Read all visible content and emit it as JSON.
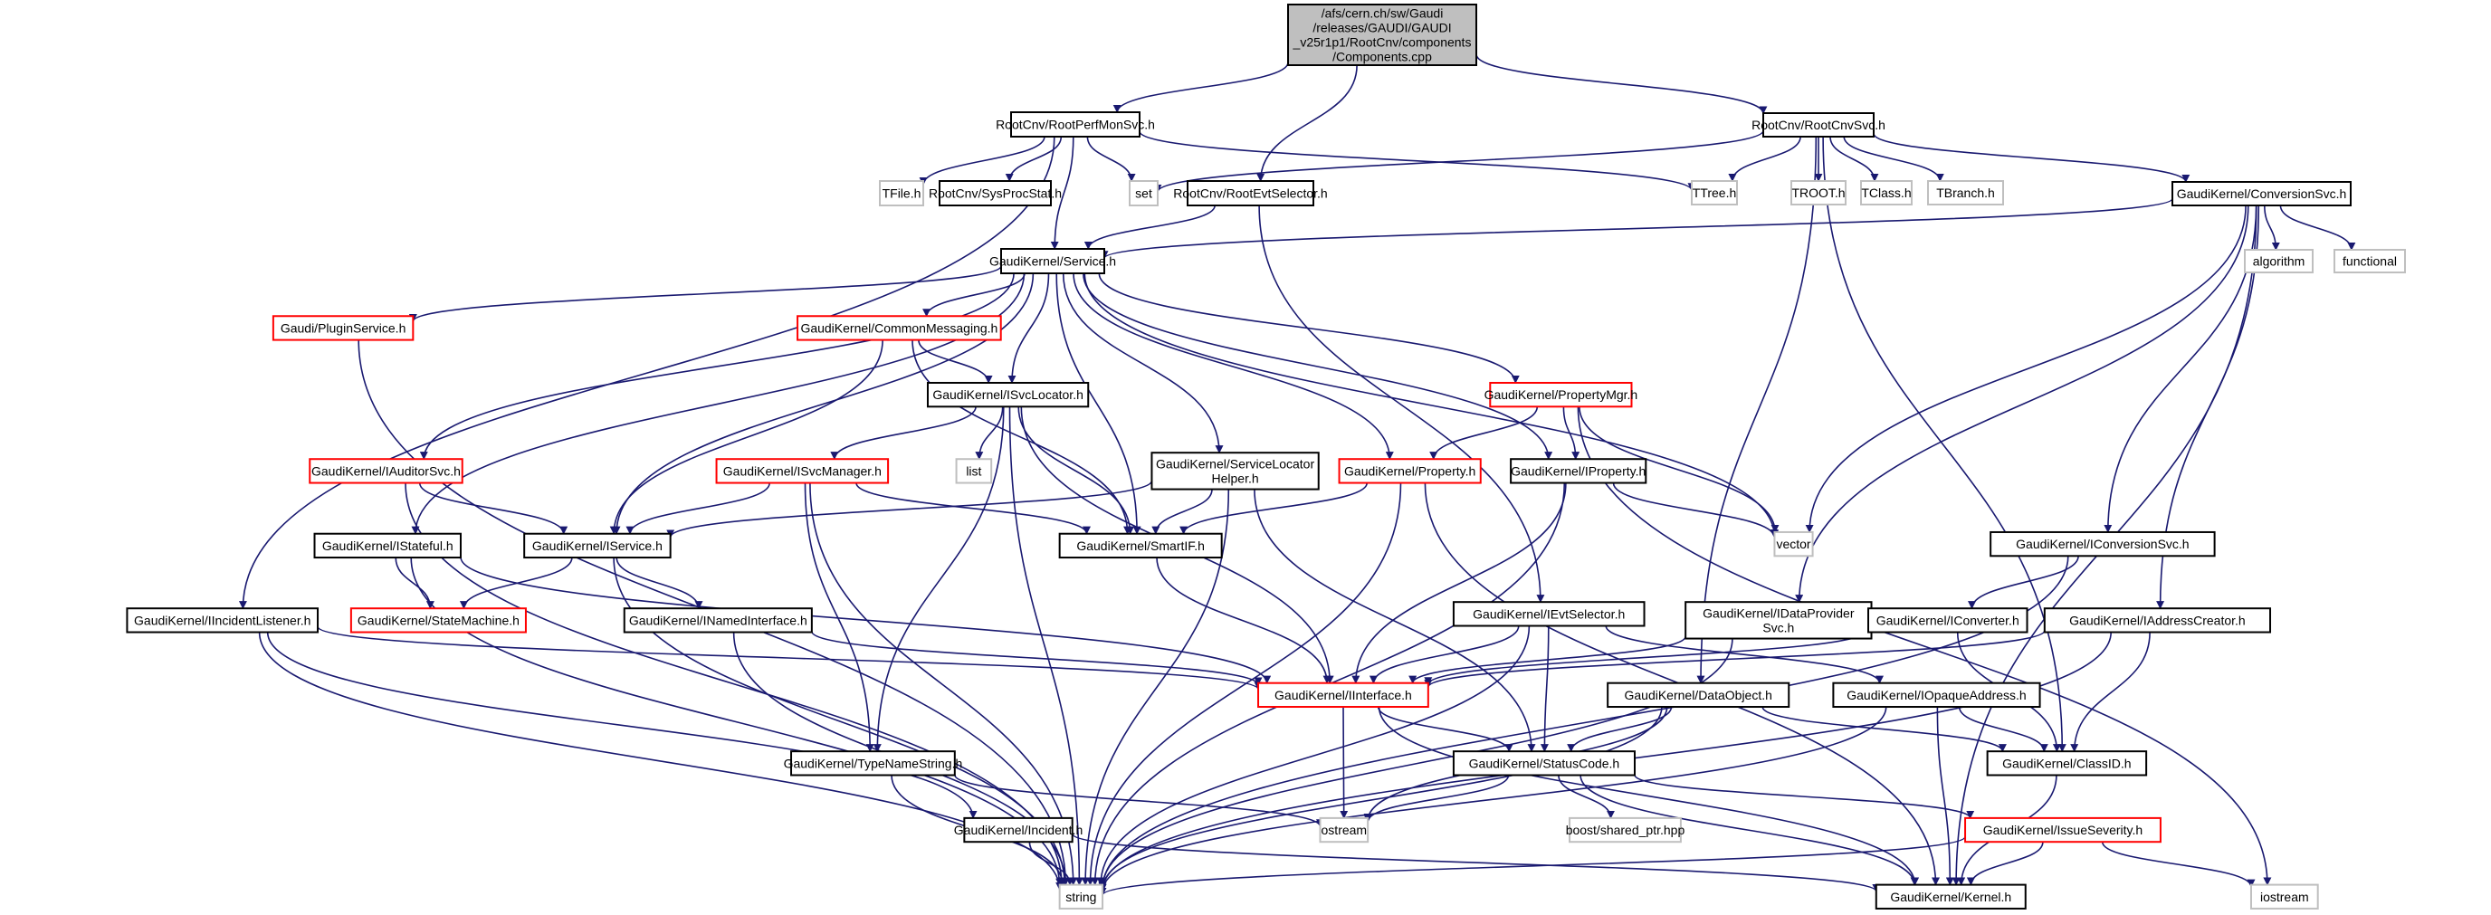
{
  "title": "Include dependency graph for Components.cpp",
  "colors": {
    "edge": "#191970",
    "root_fill": "#bfbfbf",
    "root_stroke": "#000000",
    "normal_stroke": "#000000",
    "truncated_stroke": "#ff0000",
    "external_stroke": "#bfbfbf",
    "fill": "#ffffff"
  },
  "nodes": [
    {
      "id": "root",
      "lines": [
        "/afs/cern.ch/sw/Gaudi",
        "/releases/GAUDI/GAUDI",
        "_v25r1p1/RootCnv/components",
        "/Components.cpp"
      ],
      "kind": "root"
    },
    {
      "id": "perfmon",
      "lines": [
        "RootCnv/RootPerfMonSvc.h"
      ],
      "kind": "normal"
    },
    {
      "id": "evtsel",
      "lines": [
        "RootCnv/RootEvtSelector.h"
      ],
      "kind": "normal"
    },
    {
      "id": "cnvsvc",
      "lines": [
        "RootCnv/RootCnvSvc.h"
      ],
      "kind": "normal"
    },
    {
      "id": "tfile",
      "lines": [
        "TFile.h"
      ],
      "kind": "external"
    },
    {
      "id": "sysproc",
      "lines": [
        "RootCnv/SysProcStat.h"
      ],
      "kind": "normal"
    },
    {
      "id": "set",
      "lines": [
        "set"
      ],
      "kind": "external"
    },
    {
      "id": "ttree",
      "lines": [
        "TTree.h"
      ],
      "kind": "external"
    },
    {
      "id": "troot",
      "lines": [
        "TROOT.h"
      ],
      "kind": "external"
    },
    {
      "id": "tclass",
      "lines": [
        "TClass.h"
      ],
      "kind": "external"
    },
    {
      "id": "tbranch",
      "lines": [
        "TBranch.h"
      ],
      "kind": "external"
    },
    {
      "id": "convsvc",
      "lines": [
        "GaudiKernel/ConversionSvc.h"
      ],
      "kind": "normal"
    },
    {
      "id": "service",
      "lines": [
        "GaudiKernel/Service.h"
      ],
      "kind": "normal"
    },
    {
      "id": "algorithm",
      "lines": [
        "algorithm"
      ],
      "kind": "external"
    },
    {
      "id": "functional",
      "lines": [
        "functional"
      ],
      "kind": "external"
    },
    {
      "id": "plugin",
      "lines": [
        "Gaudi/PluginService.h"
      ],
      "kind": "truncated"
    },
    {
      "id": "commonmsg",
      "lines": [
        "GaudiKernel/CommonMessaging.h"
      ],
      "kind": "truncated"
    },
    {
      "id": "isvcloc",
      "lines": [
        "GaudiKernel/ISvcLocator.h"
      ],
      "kind": "normal"
    },
    {
      "id": "propmgr",
      "lines": [
        "GaudiKernel/PropertyMgr.h"
      ],
      "kind": "truncated"
    },
    {
      "id": "list",
      "lines": [
        "list"
      ],
      "kind": "external"
    },
    {
      "id": "iauditor",
      "lines": [
        "GaudiKernel/IAuditorSvc.h"
      ],
      "kind": "truncated"
    },
    {
      "id": "isvcmgr",
      "lines": [
        "GaudiKernel/ISvcManager.h"
      ],
      "kind": "truncated"
    },
    {
      "id": "slhelper",
      "lines": [
        "GaudiKernel/ServiceLocator",
        "Helper.h"
      ],
      "kind": "normal"
    },
    {
      "id": "property",
      "lines": [
        "GaudiKernel/Property.h"
      ],
      "kind": "truncated"
    },
    {
      "id": "iproperty",
      "lines": [
        "GaudiKernel/IProperty.h"
      ],
      "kind": "normal"
    },
    {
      "id": "vector",
      "lines": [
        "vector"
      ],
      "kind": "external"
    },
    {
      "id": "iconvsvc",
      "lines": [
        "GaudiKernel/IConversionSvc.h"
      ],
      "kind": "normal"
    },
    {
      "id": "istateful",
      "lines": [
        "GaudiKernel/IStateful.h"
      ],
      "kind": "normal"
    },
    {
      "id": "iservice",
      "lines": [
        "GaudiKernel/IService.h"
      ],
      "kind": "normal"
    },
    {
      "id": "smartif",
      "lines": [
        "GaudiKernel/SmartIF.h"
      ],
      "kind": "normal"
    },
    {
      "id": "iincident",
      "lines": [
        "GaudiKernel/IIncidentListener.h"
      ],
      "kind": "normal"
    },
    {
      "id": "statemachine",
      "lines": [
        "GaudiKernel/StateMachine.h"
      ],
      "kind": "truncated"
    },
    {
      "id": "inamed",
      "lines": [
        "GaudiKernel/INamedInterface.h"
      ],
      "kind": "normal"
    },
    {
      "id": "ievtsel",
      "lines": [
        "GaudiKernel/IEvtSelector.h"
      ],
      "kind": "normal"
    },
    {
      "id": "idataprov",
      "lines": [
        "GaudiKernel/IDataProvider",
        "Svc.h"
      ],
      "kind": "normal"
    },
    {
      "id": "iconverter",
      "lines": [
        "GaudiKernel/IConverter.h"
      ],
      "kind": "normal"
    },
    {
      "id": "iaddr",
      "lines": [
        "GaudiKernel/IAddressCreator.h"
      ],
      "kind": "normal"
    },
    {
      "id": "iinterface",
      "lines": [
        "GaudiKernel/IInterface.h"
      ],
      "kind": "truncated"
    },
    {
      "id": "dataobject",
      "lines": [
        "GaudiKernel/DataObject.h"
      ],
      "kind": "normal"
    },
    {
      "id": "iopaque",
      "lines": [
        "GaudiKernel/IOpaqueAddress.h"
      ],
      "kind": "normal"
    },
    {
      "id": "typename",
      "lines": [
        "GaudiKernel/TypeNameString.h"
      ],
      "kind": "normal"
    },
    {
      "id": "statuscode",
      "lines": [
        "GaudiKernel/StatusCode.h"
      ],
      "kind": "normal"
    },
    {
      "id": "classid",
      "lines": [
        "GaudiKernel/ClassID.h"
      ],
      "kind": "normal"
    },
    {
      "id": "ostream",
      "lines": [
        "ostream"
      ],
      "kind": "external"
    },
    {
      "id": "sharedptr",
      "lines": [
        "boost/shared_ptr.hpp"
      ],
      "kind": "external"
    },
    {
      "id": "incident",
      "lines": [
        "GaudiKernel/Incident.h"
      ],
      "kind": "normal"
    },
    {
      "id": "issuesev",
      "lines": [
        "GaudiKernel/IssueSeverity.h"
      ],
      "kind": "truncated"
    },
    {
      "id": "string",
      "lines": [
        "string"
      ],
      "kind": "external"
    },
    {
      "id": "kernel",
      "lines": [
        "GaudiKernel/Kernel.h"
      ],
      "kind": "normal"
    },
    {
      "id": "iostream",
      "lines": [
        "iostream"
      ],
      "kind": "external"
    }
  ],
  "edges": [
    [
      "root",
      "perfmon"
    ],
    [
      "root",
      "evtsel"
    ],
    [
      "root",
      "cnvsvc"
    ],
    [
      "perfmon",
      "tfile"
    ],
    [
      "perfmon",
      "sysproc"
    ],
    [
      "perfmon",
      "set"
    ],
    [
      "perfmon",
      "ttree"
    ],
    [
      "perfmon",
      "service"
    ],
    [
      "perfmon",
      "iincident"
    ],
    [
      "evtsel",
      "service"
    ],
    [
      "evtsel",
      "ievtsel"
    ],
    [
      "cnvsvc",
      "set"
    ],
    [
      "cnvsvc",
      "ttree"
    ],
    [
      "cnvsvc",
      "troot"
    ],
    [
      "cnvsvc",
      "tclass"
    ],
    [
      "cnvsvc",
      "tbranch"
    ],
    [
      "cnvsvc",
      "convsvc"
    ],
    [
      "cnvsvc",
      "dataobject"
    ],
    [
      "cnvsvc",
      "classid"
    ],
    [
      "convsvc",
      "service"
    ],
    [
      "convsvc",
      "algorithm"
    ],
    [
      "convsvc",
      "functional"
    ],
    [
      "convsvc",
      "vector"
    ],
    [
      "convsvc",
      "idataprov"
    ],
    [
      "convsvc",
      "iconvsvc"
    ],
    [
      "convsvc",
      "iaddr"
    ],
    [
      "convsvc",
      "kernel"
    ],
    [
      "service",
      "plugin"
    ],
    [
      "service",
      "commonmsg"
    ],
    [
      "service",
      "isvcloc"
    ],
    [
      "service",
      "propmgr"
    ],
    [
      "service",
      "property"
    ],
    [
      "service",
      "iproperty"
    ],
    [
      "service",
      "iauditor"
    ],
    [
      "service",
      "istateful"
    ],
    [
      "service",
      "iservice"
    ],
    [
      "service",
      "smartif"
    ],
    [
      "service",
      "slhelper"
    ],
    [
      "service",
      "vector"
    ],
    [
      "plugin",
      "string"
    ],
    [
      "commonmsg",
      "isvcloc"
    ],
    [
      "commonmsg",
      "iservice"
    ],
    [
      "commonmsg",
      "smartif"
    ],
    [
      "isvcloc",
      "list"
    ],
    [
      "isvcloc",
      "isvcmgr"
    ],
    [
      "isvcloc",
      "smartif"
    ],
    [
      "isvcloc",
      "iinterface"
    ],
    [
      "isvcloc",
      "typename"
    ],
    [
      "isvcloc",
      "string"
    ],
    [
      "propmgr",
      "property"
    ],
    [
      "propmgr",
      "iproperty"
    ],
    [
      "propmgr",
      "vector"
    ],
    [
      "propmgr",
      "iostream"
    ],
    [
      "iauditor",
      "iservice"
    ],
    [
      "iauditor",
      "string"
    ],
    [
      "isvcmgr",
      "iservice"
    ],
    [
      "isvcmgr",
      "smartif"
    ],
    [
      "isvcmgr",
      "typename"
    ],
    [
      "isvcmgr",
      "string"
    ],
    [
      "slhelper",
      "iservice"
    ],
    [
      "slhelper",
      "smartif"
    ],
    [
      "slhelper",
      "statuscode"
    ],
    [
      "slhelper",
      "string"
    ],
    [
      "property",
      "smartif"
    ],
    [
      "property",
      "string"
    ],
    [
      "property",
      "kernel"
    ],
    [
      "iproperty",
      "vector"
    ],
    [
      "iproperty",
      "iinterface"
    ],
    [
      "iproperty",
      "string"
    ],
    [
      "iconvsvc",
      "iconverter"
    ],
    [
      "iconvsvc",
      "string"
    ],
    [
      "istateful",
      "statemachine"
    ],
    [
      "istateful",
      "iinterface"
    ],
    [
      "istateful",
      "string"
    ],
    [
      "iservice",
      "statemachine"
    ],
    [
      "iservice",
      "inamed"
    ],
    [
      "iservice",
      "string"
    ],
    [
      "smartif",
      "iinterface"
    ],
    [
      "iincident",
      "iinterface"
    ],
    [
      "iincident",
      "incident"
    ],
    [
      "iincident",
      "string"
    ],
    [
      "inamed",
      "iinterface"
    ],
    [
      "inamed",
      "string"
    ],
    [
      "ievtsel",
      "iinterface"
    ],
    [
      "ievtsel",
      "statuscode"
    ],
    [
      "ievtsel",
      "iopaque"
    ],
    [
      "ievtsel",
      "string"
    ],
    [
      "idataprov",
      "iinterface"
    ],
    [
      "idataprov",
      "string"
    ],
    [
      "iconverter",
      "iinterface"
    ],
    [
      "iconverter",
      "classid"
    ],
    [
      "iaddr",
      "iinterface"
    ],
    [
      "iaddr",
      "classid"
    ],
    [
      "iaddr",
      "string"
    ],
    [
      "iinterface",
      "statuscode"
    ],
    [
      "iinterface",
      "ostream"
    ],
    [
      "iinterface",
      "kernel"
    ],
    [
      "dataobject",
      "statuscode"
    ],
    [
      "dataobject",
      "classid"
    ],
    [
      "dataobject",
      "ostream"
    ],
    [
      "dataobject",
      "string"
    ],
    [
      "iopaque",
      "classid"
    ],
    [
      "iopaque",
      "string"
    ],
    [
      "iopaque",
      "kernel"
    ],
    [
      "typename",
      "ostream"
    ],
    [
      "typename",
      "string"
    ],
    [
      "statuscode",
      "ostream"
    ],
    [
      "statuscode",
      "sharedptr"
    ],
    [
      "statuscode",
      "issuesev"
    ],
    [
      "statuscode",
      "kernel"
    ],
    [
      "classid",
      "kernel"
    ],
    [
      "incident",
      "string"
    ],
    [
      "incident",
      "kernel"
    ],
    [
      "issuesev",
      "string"
    ],
    [
      "issuesev",
      "kernel"
    ],
    [
      "issuesev",
      "iostream"
    ]
  ]
}
